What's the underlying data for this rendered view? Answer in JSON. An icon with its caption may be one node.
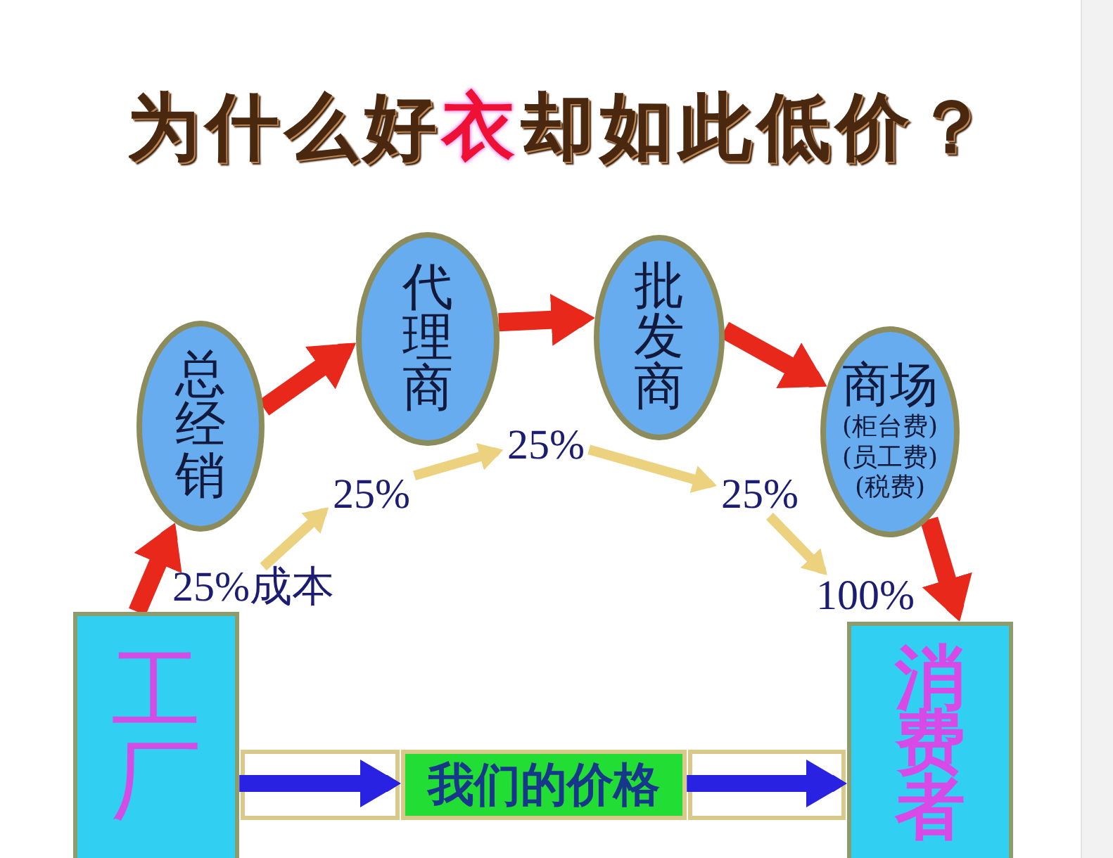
{
  "diagram": {
    "title": "为什么好**衣**却如此低价？",
    "nodes": [
      {
        "text": [
          "工厂"
        ]
      },
      {
        "text": [
          "总经销"
        ]
      },
      {
        "text": [
          "代理商"
        ]
      },
      {
        "text": [
          "批发商"
        ]
      },
      {
        "text": [
          "商场",
          "(柜台费)",
          "(员工费)",
          "(税费)"
        ]
      },
      {
        "text": [
          "消费者"
        ]
      },
      {
        "text": [
          "25%成本"
        ]
      },
      {
        "text": [
          "25%"
        ]
      },
      {
        "text": [
          "25%"
        ]
      },
      {
        "text": [
          "25%"
        ]
      },
      {
        "text": [
          "100%"
        ]
      },
      {
        "text": [
          "我们的价格"
        ]
      }
    ],
    "edges": [
      {
        "from": 0,
        "to": 1,
        "arrow": "to"
      },
      {
        "from": 1,
        "to": 2,
        "arrow": "to"
      },
      {
        "from": 2,
        "to": 3,
        "arrow": "to"
      },
      {
        "from": 3,
        "to": 4,
        "arrow": "to"
      },
      {
        "from": 4,
        "to": 5,
        "arrow": "to"
      },
      {
        "from": 6,
        "to": 7,
        "arrow": "to",
        "color": "#ecd27e"
      },
      {
        "from": 7,
        "to": 8,
        "arrow": "to",
        "color": "#ecd27e"
      },
      {
        "from": 8,
        "to": 9,
        "arrow": "to",
        "color": "#ecd27e"
      },
      {
        "from": 9,
        "to": 10,
        "arrow": "to",
        "color": "#ecd27e"
      },
      {
        "from": 0,
        "to": 11,
        "arrow": "to",
        "color": "#2a22e2"
      },
      {
        "from": 11,
        "to": 5,
        "arrow": "to",
        "color": "#2a22e2"
      }
    ]
  }
}
